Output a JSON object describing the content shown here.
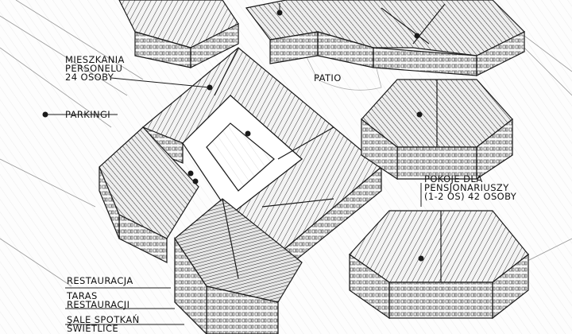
{
  "colors": {
    "ink": "#1a1a1a",
    "paper": "#fdfdfd",
    "hatch": "#3a3a3a"
  },
  "labels": {
    "staff": "MIESZKANIA\nPERSONELU\n24 OSOBY",
    "parking": "PARKINGI",
    "patio": "PATIO",
    "rooms": "POKOJE DLA\nPENSJONARIUSZY\n(1-2 OS)  42 OSOBY",
    "restaurant": "RESTAURACJA",
    "terrace": "TARAS\nRESTAURACJI",
    "meeting": "SALE SPOTKAŃ\nŚWIETLICE"
  }
}
